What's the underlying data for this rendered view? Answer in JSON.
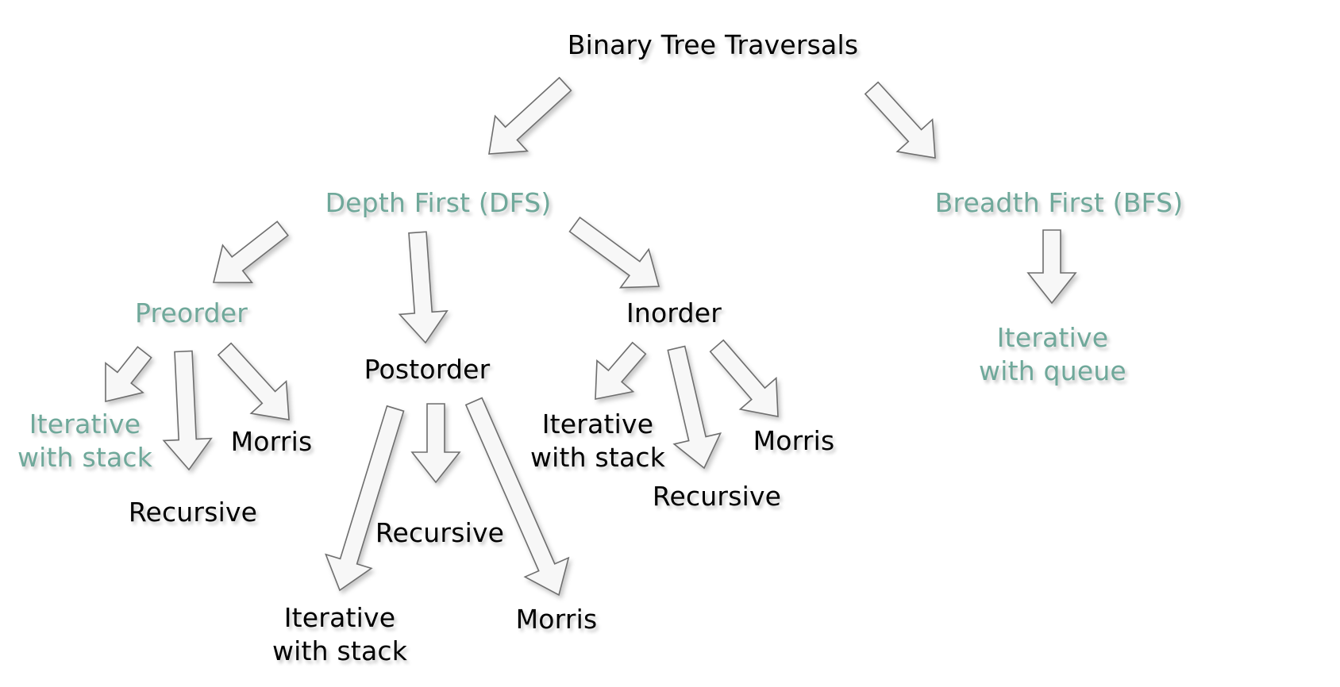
{
  "colors": {
    "accent": "#6fa89a",
    "text": "#000000",
    "arrow_fill": "#f7f7f7",
    "arrow_stroke": "#6e6e6e"
  },
  "nodes": {
    "root": {
      "text": "Binary Tree Traversals",
      "highlight": false
    },
    "dfs": {
      "text": "Depth First (DFS)",
      "highlight": true
    },
    "bfs": {
      "text": "Breadth First (BFS)",
      "highlight": true
    },
    "preorder": {
      "text": "Preorder",
      "highlight": true
    },
    "postorder": {
      "text": "Postorder",
      "highlight": false
    },
    "inorder": {
      "text": "Inorder",
      "highlight": false
    },
    "pre_iterative": {
      "text": "Iterative\nwith stack",
      "highlight": true
    },
    "pre_recursive": {
      "text": "Recursive",
      "highlight": false
    },
    "pre_morris": {
      "text": "Morris",
      "highlight": false
    },
    "post_iterative": {
      "text": "Iterative\nwith stack",
      "highlight": false
    },
    "post_recursive": {
      "text": "Recursive",
      "highlight": false
    },
    "post_morris": {
      "text": "Morris",
      "highlight": false
    },
    "in_iterative": {
      "text": "Iterative\nwith stack",
      "highlight": false
    },
    "in_recursive": {
      "text": "Recursive",
      "highlight": false
    },
    "in_morris": {
      "text": "Morris",
      "highlight": false
    },
    "bfs_iterative": {
      "text": "Iterative\nwith queue",
      "highlight": true
    }
  },
  "edges": [
    [
      "root",
      "dfs"
    ],
    [
      "root",
      "bfs"
    ],
    [
      "dfs",
      "preorder"
    ],
    [
      "dfs",
      "postorder"
    ],
    [
      "dfs",
      "inorder"
    ],
    [
      "bfs",
      "bfs_iterative"
    ],
    [
      "preorder",
      "pre_iterative"
    ],
    [
      "preorder",
      "pre_recursive"
    ],
    [
      "preorder",
      "pre_morris"
    ],
    [
      "postorder",
      "post_iterative"
    ],
    [
      "postorder",
      "post_recursive"
    ],
    [
      "postorder",
      "post_morris"
    ],
    [
      "inorder",
      "in_iterative"
    ],
    [
      "inorder",
      "in_recursive"
    ],
    [
      "inorder",
      "in_morris"
    ]
  ]
}
